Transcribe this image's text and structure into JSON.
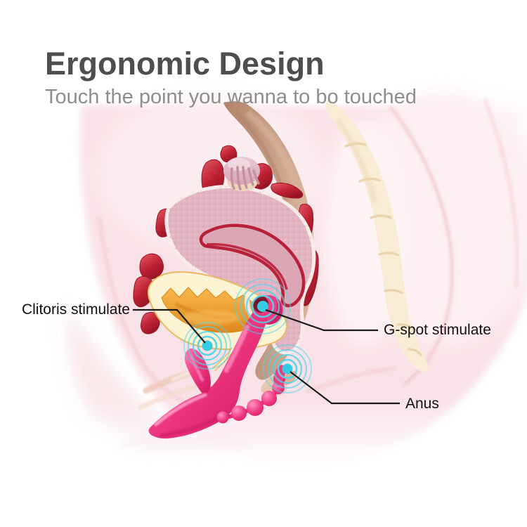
{
  "header": {
    "title": "Ergonomic Design",
    "subtitle": "Touch the point you wanna to bo touched"
  },
  "callouts": [
    {
      "id": "clitoris",
      "label": "Clitoris stimulate"
    },
    {
      "id": "g-spot",
      "label": "G-spot stimulate"
    },
    {
      "id": "anus",
      "label": "Anus"
    }
  ],
  "colors": {
    "title_text": "#4e4e4e",
    "subtitle_text": "#8e8e8e",
    "label_text": "#111111",
    "callout_line": "#1b1b1b",
    "ripple_cyan": "#4ed4e9",
    "ripple_dot": "#35cbe4",
    "product_pink": "#f03a82",
    "product_pink_light": "#ff7ab0",
    "product_pink_dark": "#cf1760",
    "body_pink": "#f9e2e7",
    "uterus_pink": "#e3b4c2",
    "endometrium_red": "#b82138",
    "bladder_cream": "#fcf3d2",
    "bladder_orange": "#efa236",
    "tissue_red": "#c02335",
    "rectum_tan": "#c89f87",
    "spine_cream": "#f8ecd4"
  }
}
